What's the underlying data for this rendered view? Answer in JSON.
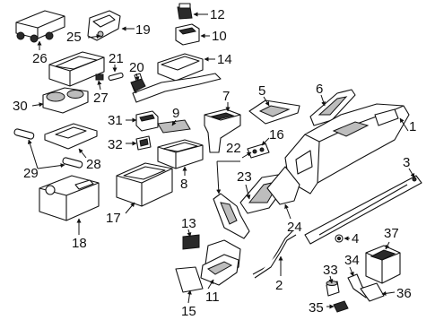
{
  "callouts": [
    {
      "id": "c1",
      "text": "1"
    },
    {
      "id": "c2",
      "text": "2"
    },
    {
      "id": "c3",
      "text": "3"
    },
    {
      "id": "c4",
      "text": "4"
    },
    {
      "id": "c5",
      "text": "5"
    },
    {
      "id": "c6",
      "text": "6"
    },
    {
      "id": "c7",
      "text": "7"
    },
    {
      "id": "c8",
      "text": "8"
    },
    {
      "id": "c9",
      "text": "9"
    },
    {
      "id": "c10",
      "text": "10"
    },
    {
      "id": "c11",
      "text": "11"
    },
    {
      "id": "c12",
      "text": "12"
    },
    {
      "id": "c13",
      "text": "13"
    },
    {
      "id": "c14",
      "text": "14"
    },
    {
      "id": "c15",
      "text": "15"
    },
    {
      "id": "c16",
      "text": "16"
    },
    {
      "id": "c17",
      "text": "17"
    },
    {
      "id": "c18",
      "text": "18"
    },
    {
      "id": "c19",
      "text": "19"
    },
    {
      "id": "c20",
      "text": "20"
    },
    {
      "id": "c21",
      "text": "21"
    },
    {
      "id": "c22",
      "text": "22"
    },
    {
      "id": "c23",
      "text": "23"
    },
    {
      "id": "c24",
      "text": "24"
    },
    {
      "id": "c25",
      "text": "25"
    },
    {
      "id": "c26",
      "text": "26"
    },
    {
      "id": "c27",
      "text": "27"
    },
    {
      "id": "c28",
      "text": "28"
    },
    {
      "id": "c29",
      "text": "29"
    },
    {
      "id": "c30",
      "text": "30"
    },
    {
      "id": "c31",
      "text": "31"
    },
    {
      "id": "c32",
      "text": "32"
    },
    {
      "id": "c33",
      "text": "33"
    },
    {
      "id": "c34",
      "text": "34"
    },
    {
      "id": "c35",
      "text": "35"
    },
    {
      "id": "c36",
      "text": "36"
    },
    {
      "id": "c37",
      "text": "37"
    }
  ]
}
